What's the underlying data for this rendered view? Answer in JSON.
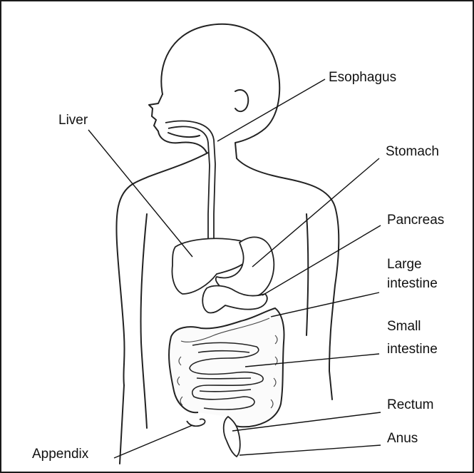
{
  "labels": {
    "esophagus": "Esophagus",
    "liver": "Liver",
    "stomach": "Stomach",
    "pancreas": "Pancreas",
    "large_intestine_1": "Large",
    "large_intestine_2": "intestine",
    "small_intestine_1": "Small",
    "small_intestine_2": "intestine",
    "rectum": "Rectum",
    "anus": "Anus",
    "appendix": "Appendix"
  }
}
